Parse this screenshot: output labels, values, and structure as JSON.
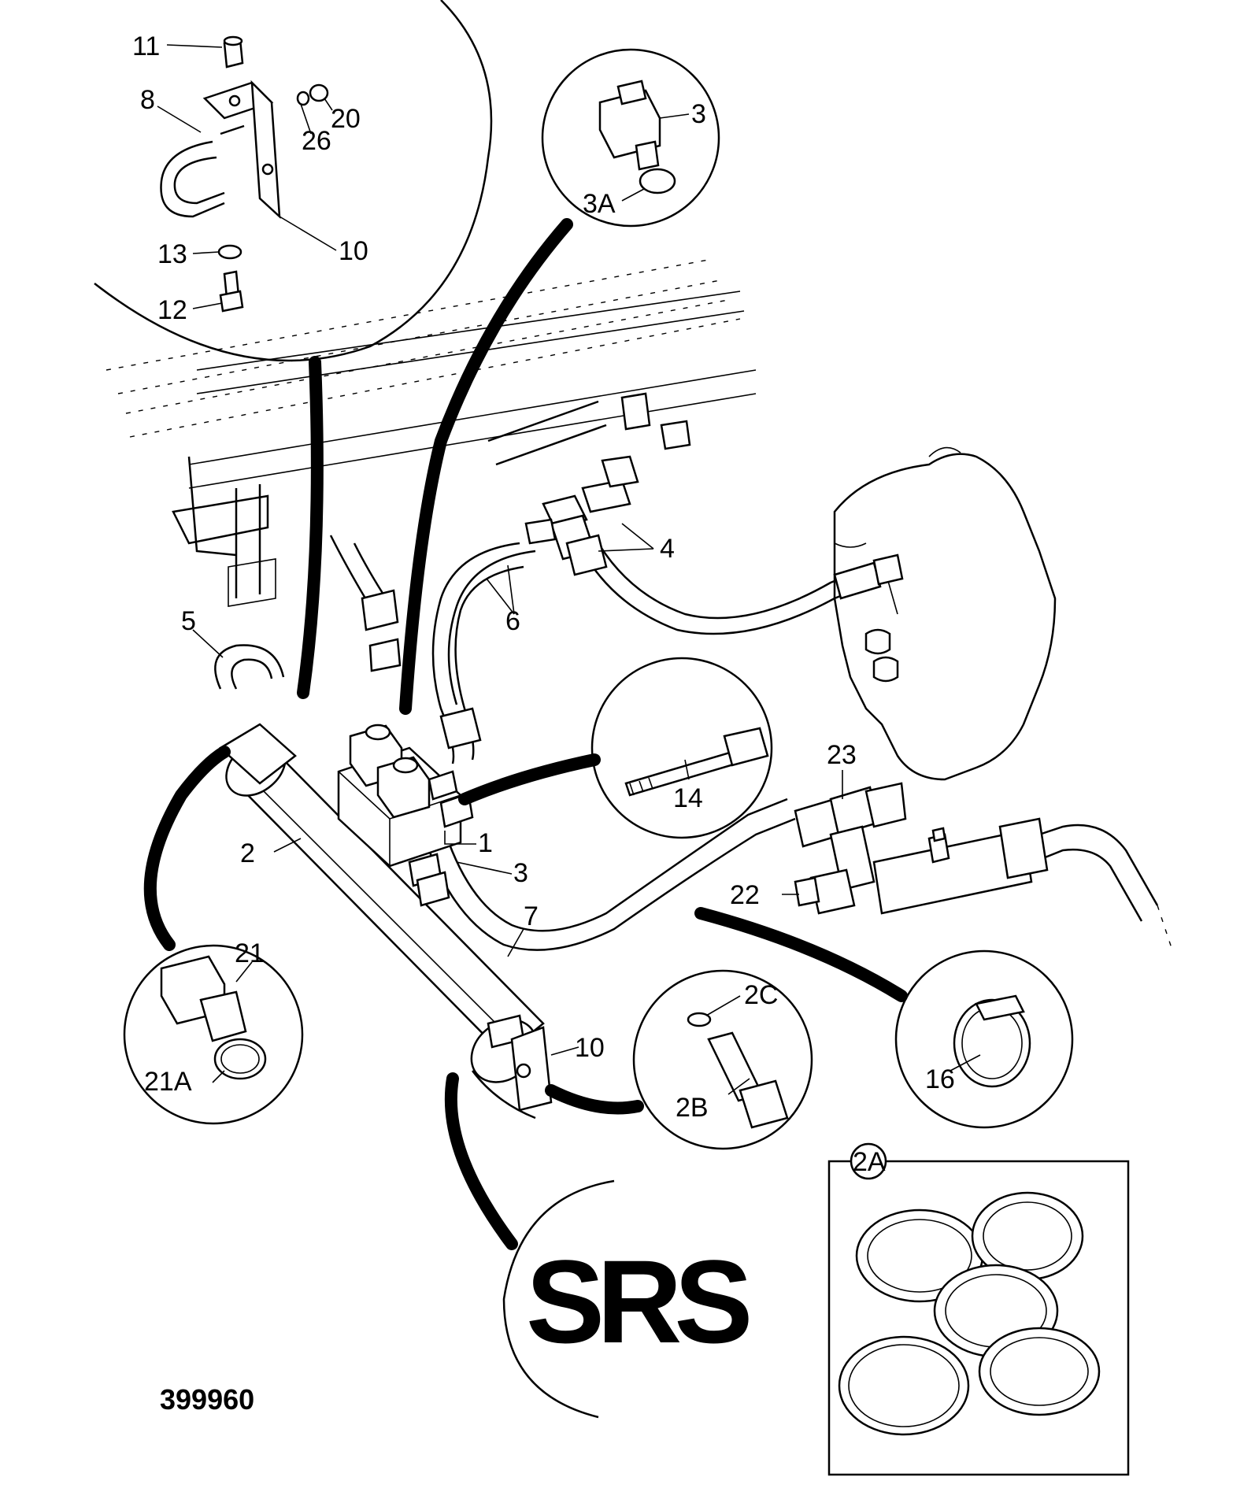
{
  "drawing_number": "399960",
  "logo": "SRS",
  "callouts": [
    {
      "id": "c11",
      "text": "11"
    },
    {
      "id": "c8",
      "text": "8"
    },
    {
      "id": "c26",
      "text": "26"
    },
    {
      "id": "c20",
      "text": "20"
    },
    {
      "id": "c10a",
      "text": "10"
    },
    {
      "id": "c13",
      "text": "13"
    },
    {
      "id": "c12",
      "text": "12"
    },
    {
      "id": "c3a",
      "text": "3"
    },
    {
      "id": "c3A",
      "text": "3A"
    },
    {
      "id": "c4",
      "text": "4"
    },
    {
      "id": "c6",
      "text": "6"
    },
    {
      "id": "c5",
      "text": "5"
    },
    {
      "id": "c14",
      "text": "14"
    },
    {
      "id": "c23",
      "text": "23"
    },
    {
      "id": "c1",
      "text": "1"
    },
    {
      "id": "c2",
      "text": "2"
    },
    {
      "id": "c3b",
      "text": "3"
    },
    {
      "id": "c22",
      "text": "22"
    },
    {
      "id": "c7",
      "text": "7"
    },
    {
      "id": "c21",
      "text": "21"
    },
    {
      "id": "c21A",
      "text": "21A"
    },
    {
      "id": "c2C",
      "text": "2C"
    },
    {
      "id": "c2B",
      "text": "2B"
    },
    {
      "id": "c10b",
      "text": "10"
    },
    {
      "id": "c16",
      "text": "16"
    },
    {
      "id": "c2A",
      "text": "2A"
    }
  ]
}
